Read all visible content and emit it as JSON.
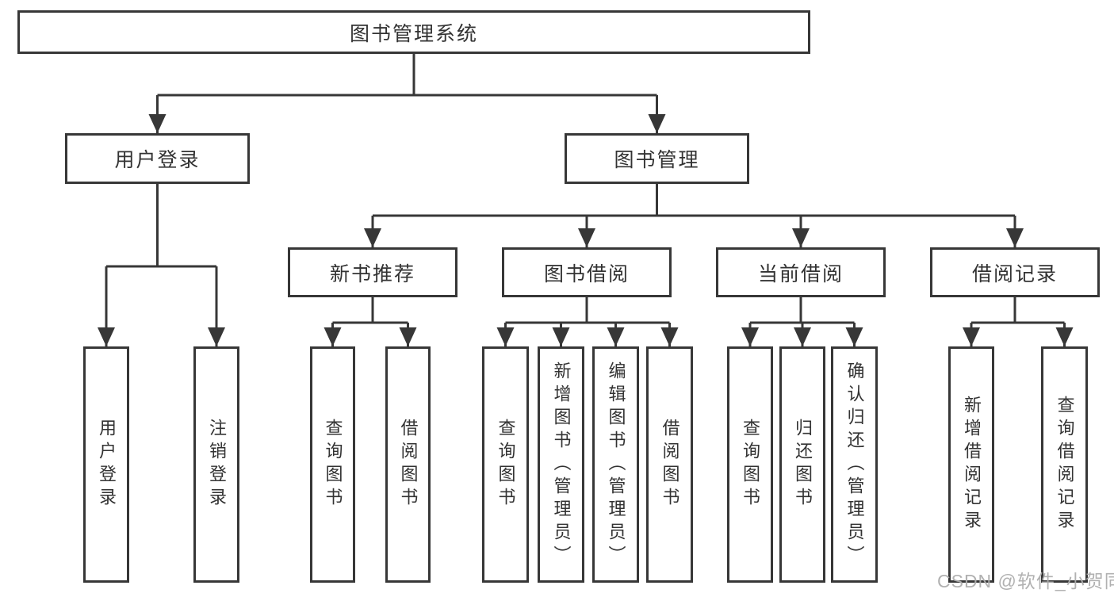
{
  "diagram": {
    "type": "hierarchy-tree",
    "line_color": "#373737",
    "text_color": "#333333",
    "box_background": "#ffffff",
    "tree": {
      "root": {
        "label": "图书管理系统"
      },
      "branches": [
        {
          "label": "用户登录",
          "children": [
            {
              "label": "用户登录"
            },
            {
              "label": "注销登录"
            }
          ]
        },
        {
          "label": "图书管理",
          "children": [
            {
              "label": "新书推荐",
              "children": [
                {
                  "label": "查询图书"
                },
                {
                  "label": "借阅图书"
                }
              ]
            },
            {
              "label": "图书借阅",
              "children": [
                {
                  "label": "查询图书"
                },
                {
                  "label": "新增图书（管理员）"
                },
                {
                  "label": "编辑图书（管理员）"
                },
                {
                  "label": "借阅图书"
                }
              ]
            },
            {
              "label": "当前借阅",
              "children": [
                {
                  "label": "查询图书"
                },
                {
                  "label": "归还图书"
                },
                {
                  "label": "确认归还（管理员）"
                }
              ]
            },
            {
              "label": "借阅记录",
              "children": [
                {
                  "label": "新增借阅记录"
                },
                {
                  "label": "查询借阅记录"
                }
              ]
            }
          ]
        }
      ]
    },
    "watermark": {
      "text": "CSDN @软件_小贺同学",
      "color": "#adadad"
    }
  }
}
